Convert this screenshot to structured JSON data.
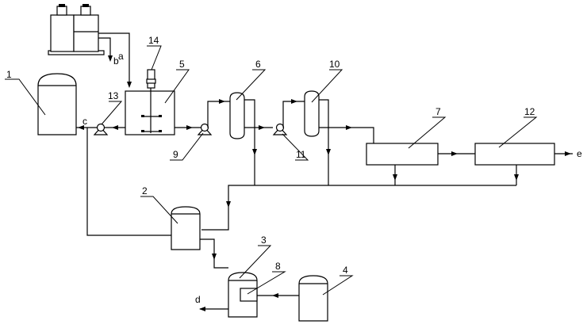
{
  "diagram": {
    "equipment_numbers": {
      "e1": "1",
      "e2": "2",
      "e3": "3",
      "e4": "4",
      "e5": "5",
      "e6": "6",
      "e7": "7",
      "e8": "8",
      "e9": "9",
      "e10": "10",
      "e11": "11",
      "e12": "12",
      "e13": "13",
      "e14": "14"
    },
    "stream_letters": {
      "a": "a",
      "b": "b",
      "c": "c",
      "d": "d",
      "e": "e"
    }
  }
}
